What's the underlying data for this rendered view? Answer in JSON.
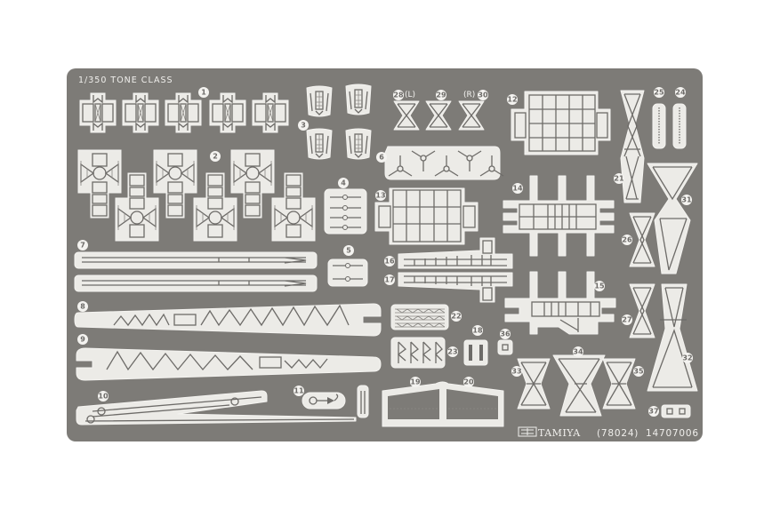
{
  "fret": {
    "title": "1/350 TONE CLASS",
    "brand": "TAMIYA",
    "kit_number": "(78024)",
    "part_code": "14707006",
    "colors": {
      "background": "#ffffff",
      "metal": "#7d7b77",
      "part": "#ecebe7",
      "etch_line": "#6d6b68"
    }
  },
  "parts": [
    {
      "id": "1",
      "label": "1",
      "description": "cross-shaped platform with M/W ends",
      "count": 5
    },
    {
      "id": "2",
      "label": "2",
      "description": "searchlight platform with circular mount",
      "count": 6
    },
    {
      "id": "3",
      "label": "3",
      "description": "bridge window frame",
      "count": 4
    },
    {
      "id": "4",
      "label": "4",
      "description": "small propellers",
      "count": 4
    },
    {
      "id": "5",
      "label": "5",
      "description": "two-blade propellers",
      "count": 2
    },
    {
      "id": "6",
      "label": "6",
      "description": "three-blade propellers",
      "count": 5
    },
    {
      "id": "7",
      "label": "7",
      "description": "long rail strip",
      "count": 2
    },
    {
      "id": "8",
      "label": "8",
      "description": "crane truss boom",
      "count": 1
    },
    {
      "id": "9",
      "label": "9",
      "description": "crane truss boom",
      "count": 1
    },
    {
      "id": "10",
      "label": "10",
      "description": "catapult arm with pulleys",
      "count": 1
    },
    {
      "id": "11",
      "label": "11",
      "description": "hook",
      "count": 1
    },
    {
      "id": "12",
      "label": "12",
      "description": "grid platform",
      "count": 1
    },
    {
      "id": "13",
      "label": "13",
      "description": "grid platform",
      "count": 1
    },
    {
      "id": "14",
      "label": "14",
      "description": "ladder grating frame",
      "count": 1
    },
    {
      "id": "15",
      "label": "15",
      "description": "ladder grating frame",
      "count": 1
    },
    {
      "id": "16",
      "label": "16",
      "description": "tapered ladder strip",
      "count": 1
    },
    {
      "id": "17",
      "label": "17",
      "description": "tapered ladder strip",
      "count": 1
    },
    {
      "id": "18",
      "label": "18",
      "description": "small ladders",
      "count": 2
    },
    {
      "id": "19",
      "label": "19",
      "description": "bulkhead panel",
      "count": 1
    },
    {
      "id": "20",
      "label": "20",
      "description": "bulkhead panel",
      "count": 1
    },
    {
      "id": "21",
      "label": "21",
      "description": "hourglass truss",
      "count": 1
    },
    {
      "id": "22",
      "label": "22",
      "description": "railing strips",
      "count": 3
    },
    {
      "id": "23",
      "label": "23",
      "description": "inclined ladders",
      "count": 4
    },
    {
      "id": "24",
      "label": "24",
      "description": "vertical ladder",
      "count": 1
    },
    {
      "id": "25",
      "label": "25",
      "description": "vertical ladder",
      "count": 1
    },
    {
      "id": "26",
      "label": "26",
      "description": "hourglass truss",
      "count": 1
    },
    {
      "id": "27",
      "label": "27",
      "description": "hourglass truss",
      "count": 1
    },
    {
      "id": "28",
      "label": "28",
      "suffix": "(L)",
      "description": "hourglass truss left",
      "count": 1
    },
    {
      "id": "29",
      "label": "29",
      "description": "hourglass truss",
      "count": 1
    },
    {
      "id": "30",
      "label": "30",
      "prefix": "(R)",
      "description": "hourglass truss right",
      "count": 1
    },
    {
      "id": "31",
      "label": "31",
      "description": "large hourglass truss",
      "count": 1
    },
    {
      "id": "32",
      "label": "32",
      "description": "large hourglass truss",
      "count": 1
    },
    {
      "id": "33",
      "label": "33",
      "description": "X-braced support",
      "count": 1
    },
    {
      "id": "34",
      "label": "34",
      "description": "X-braced support",
      "count": 1
    },
    {
      "id": "35",
      "label": "35",
      "description": "X-braced support",
      "count": 1
    },
    {
      "id": "36",
      "label": "36",
      "description": "small square plate",
      "count": 1
    },
    {
      "id": "37",
      "label": "37",
      "description": "small double plate",
      "count": 1
    }
  ],
  "labels": {
    "n1": "1",
    "n2": "2",
    "n3": "3",
    "n4": "4",
    "n5": "5",
    "n6": "6",
    "n7": "7",
    "n8": "8",
    "n9": "9",
    "n10": "10",
    "n11": "11",
    "n12": "12",
    "n13": "13",
    "n14": "14",
    "n15": "15",
    "n16": "16",
    "n17": "17",
    "n18": "18",
    "n19": "19",
    "n20": "20",
    "n21": "21",
    "n22": "22",
    "n23": "23",
    "n24": "24",
    "n25": "25",
    "n26": "26",
    "n27": "27",
    "n28": "28",
    "n29": "29",
    "n30": "30",
    "n31": "31",
    "n32": "32",
    "n33": "33",
    "n34": "34",
    "n35": "35",
    "n36": "36",
    "n37": "37",
    "left_marker": "(L)",
    "right_marker": "(R)"
  }
}
